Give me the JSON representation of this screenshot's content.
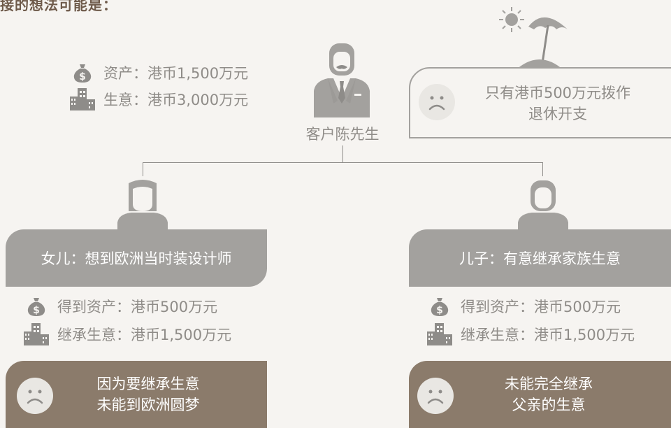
{
  "heading": "接的想法可能是：",
  "client": {
    "name": "客户陈先生",
    "assets": [
      {
        "icon": "money-bag-icon",
        "label": "资产：港币1,500万元"
      },
      {
        "icon": "building-icon",
        "label": "生意：港币3,000万元"
      }
    ],
    "retirement_note": {
      "line1": "只有港币500万元拨作",
      "line2": "退休开支"
    }
  },
  "daughter": {
    "title": "女儿：想到欧洲当时装设计师",
    "assets": [
      {
        "icon": "money-bag-icon",
        "label": "得到资产：港币500万元"
      },
      {
        "icon": "building-icon",
        "label": "继承生意：港币1,500万元"
      }
    ],
    "outcome": {
      "line1": "因为要继承生意",
      "line2": "未能到欧洲圆梦"
    }
  },
  "son": {
    "title": "儿子：有意继承家族生意",
    "assets": [
      {
        "icon": "money-bag-icon",
        "label": "得到资产：港币500万元"
      },
      {
        "icon": "building-icon",
        "label": "继承生意：港币1,500万元"
      }
    ],
    "outcome": {
      "line1": "未能完全继承",
      "line2": "父亲的生意"
    }
  },
  "colors": {
    "background": "#f6f4f1",
    "grey_bubble": "#a3a19e",
    "brown_bubble": "#8b7b6b",
    "text_grey": "#8f8c88",
    "heading": "#6e5a4a"
  }
}
